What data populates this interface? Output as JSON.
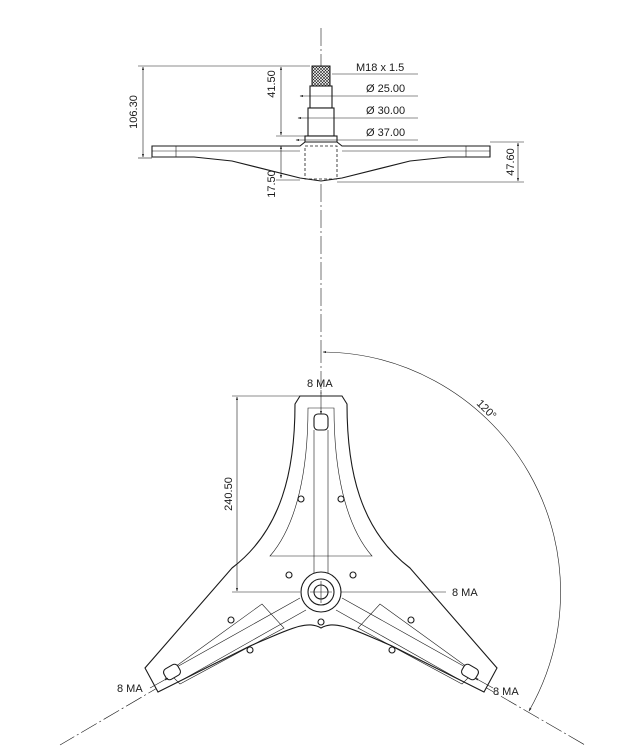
{
  "side_view": {
    "dimensions": {
      "overall_height": "106.30",
      "shaft_length": "41.50",
      "hub_depth": "17.50",
      "total_height": "47.60"
    },
    "callouts": {
      "thread": "M18 x 1.5",
      "dia_25": "Ø 25.00",
      "dia_30": "Ø 30.00",
      "dia_37": "Ø 37.00"
    }
  },
  "top_view": {
    "dimensions": {
      "arm_length": "240.50",
      "angle": "120°"
    },
    "callouts": {
      "top_arm_screws": "8 MA",
      "center_screws": "8 MA",
      "left_arm_screws": "8 MA",
      "right_arm_screws": "8 MA"
    }
  }
}
